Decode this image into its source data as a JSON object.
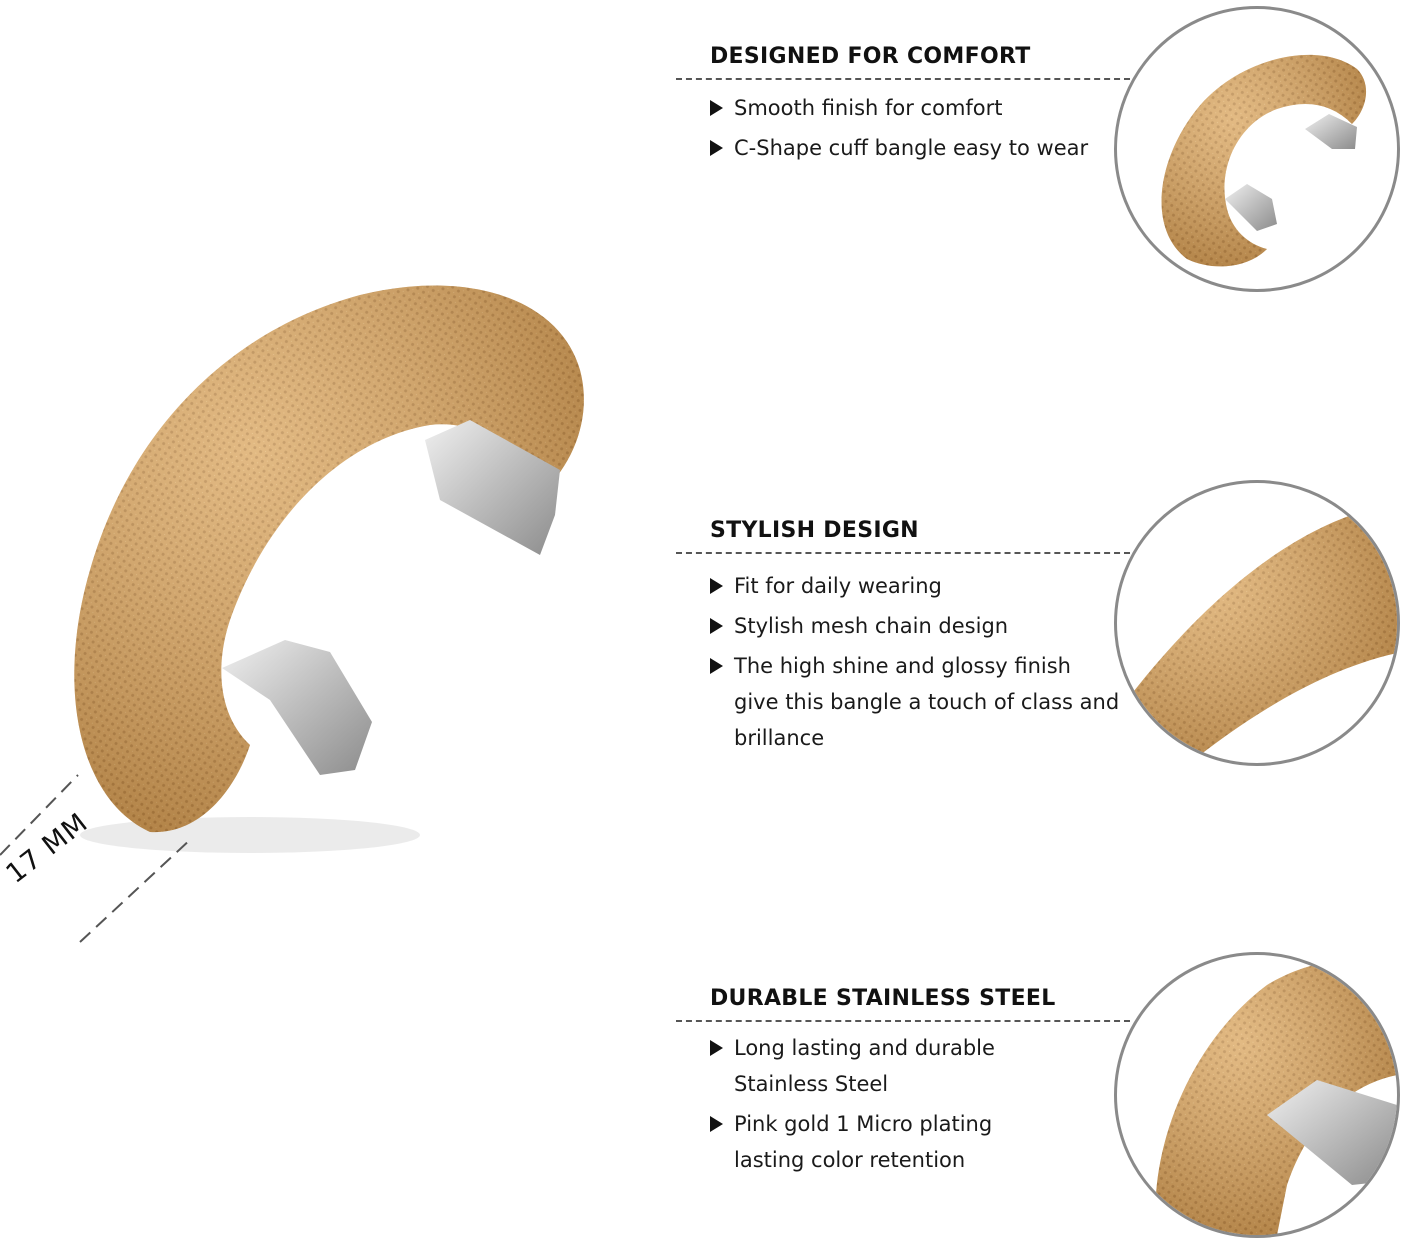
{
  "colors": {
    "gold": "#D9A35A",
    "gold_dark": "#9E6A2C",
    "steel": "#C9C9C9",
    "text": "#111111",
    "divider": "#555555",
    "circle_border": "#8A8A8A"
  },
  "product": {
    "image": "rose-gold mesh cuff bangle with stainless steel end caps",
    "width_label": "17 MM"
  },
  "sections": [
    {
      "title": "DESIGNED FOR COMFORT",
      "bullets": [
        "Smooth finish for comfort",
        "C-Shape cuff bangle easy to wear"
      ],
      "detail_image": "top view of bangle"
    },
    {
      "title": "STYLISH DESIGN",
      "bullets": [
        "Fit for daily wearing",
        "Stylish mesh chain design",
        "The high shine and glossy finish give this bangle a touch of class and brillance"
      ],
      "detail_image": "close-up of mesh texture"
    },
    {
      "title": "DURABLE STAINLESS STEEL",
      "bullets": [
        "Long lasting and durable Stainless Steel",
        "Pink gold 1 Micro plating lasting color retention"
      ],
      "detail_image": "close-up of steel end cap"
    }
  ]
}
